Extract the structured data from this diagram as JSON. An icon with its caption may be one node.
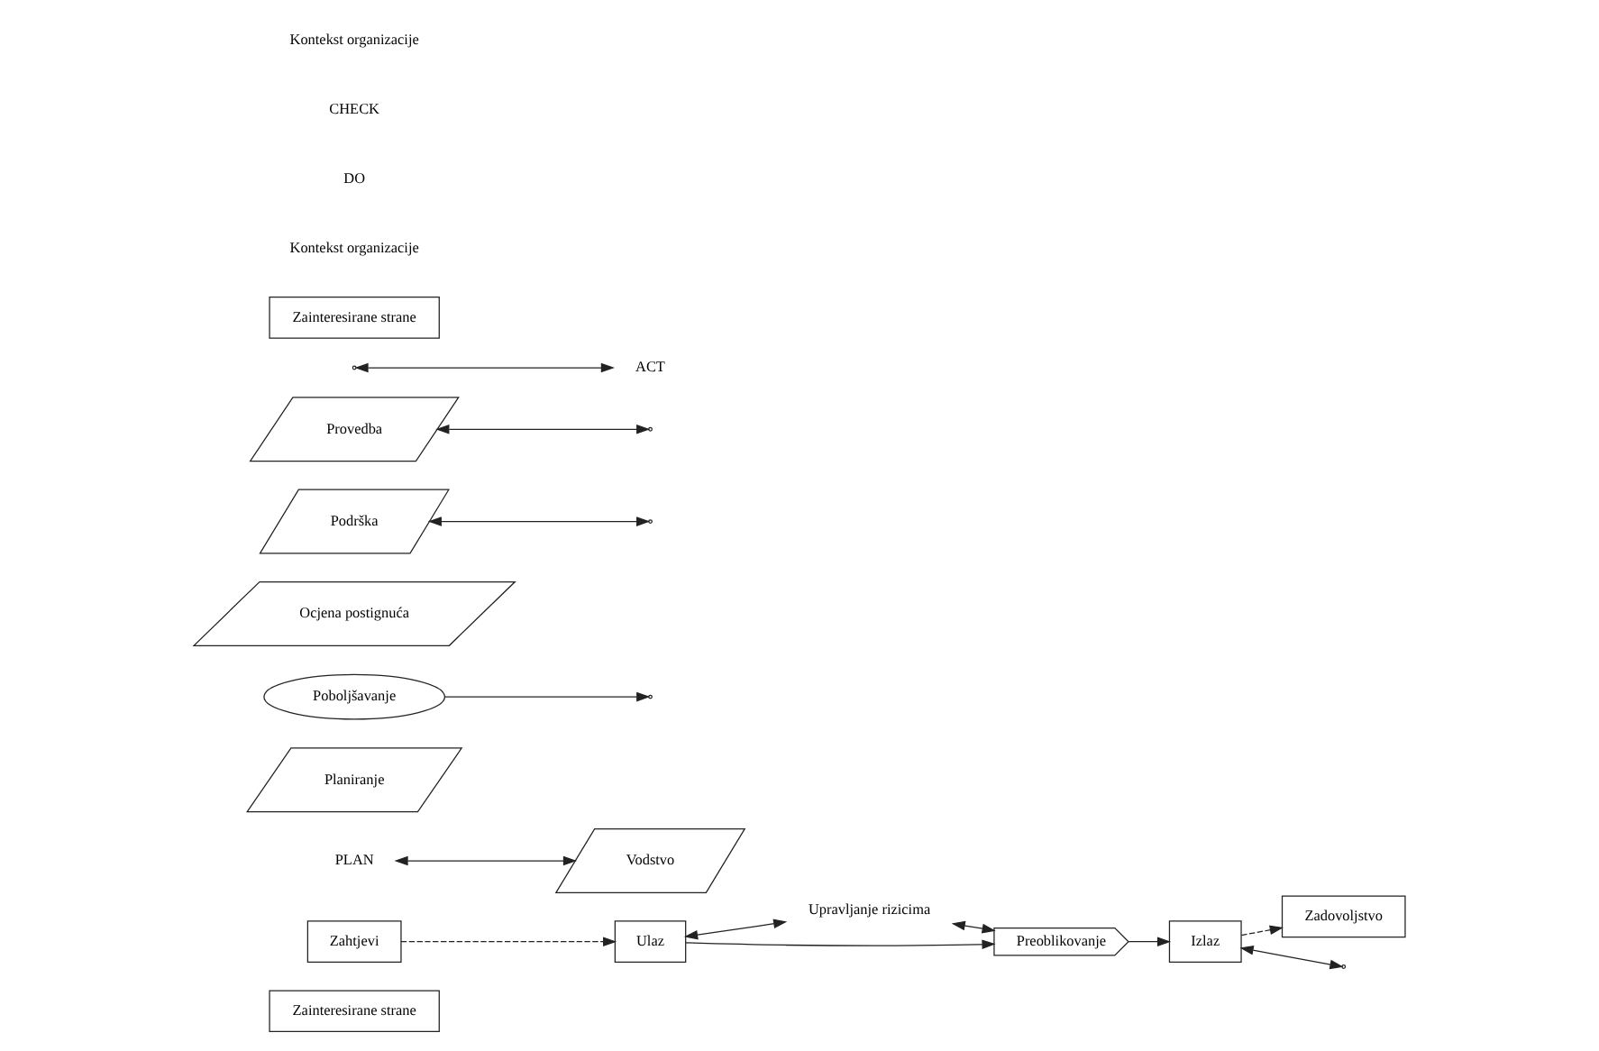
{
  "diagram": {
    "nodes": [
      {
        "text": [
          "Zainteresirane strane"
        ]
      },
      {
        "text": [
          "Zahtjevi"
        ]
      },
      {
        "text": [
          "PLAN"
        ]
      },
      {
        "text": [
          "Vodstvo"
        ]
      },
      {
        "text": [
          "Planiranje"
        ]
      },
      {
        "text": [
          "Poboljšavanje"
        ]
      },
      {
        "text": [
          "Upravljanje rizicima"
        ]
      },
      {
        "text": [
          "Ocjena postignuća"
        ]
      },
      {
        "text": [
          "Ulaz"
        ]
      },
      {
        "text": [
          "Preoblikovanje"
        ]
      },
      {
        "text": [
          "Izlaz"
        ]
      },
      {
        "text": [
          "Podrška"
        ]
      },
      {
        "text": [
          "Provedba"
        ]
      },
      {
        "text": [
          "ACT"
        ]
      },
      {
        "text": [
          "Zadovoljstvo"
        ]
      },
      {
        "text": [
          "Zainteresirane strane"
        ]
      }
    ],
    "edges": [
      {
        "from": 2,
        "to": 3,
        "arrow": "both"
      },
      {
        "from": 5,
        "to": null,
        "arrow": "to"
      },
      {
        "from": 1,
        "to": 8,
        "arrow": "to",
        "style": "dashed"
      },
      {
        "from": 8,
        "to": 6,
        "arrow": "both"
      },
      {
        "from": 6,
        "to": 9,
        "arrow": "both"
      },
      {
        "from": 8,
        "to": 9,
        "arrow": "to"
      },
      {
        "from": 11,
        "to": null,
        "arrow": "both"
      },
      {
        "from": 9,
        "to": 10,
        "arrow": "to"
      },
      {
        "from": 10,
        "to": null,
        "arrow": "both"
      },
      {
        "from": 12,
        "to": null,
        "arrow": "both"
      },
      {
        "from": 10,
        "to": 14,
        "arrow": "to",
        "style": "dashed"
      },
      {
        "from": null,
        "to": 13,
        "arrow": "both"
      }
    ],
    "labels": [
      "Kontekst organizacije",
      "DO",
      "CHECK",
      "Kontekst organizacije"
    ]
  }
}
